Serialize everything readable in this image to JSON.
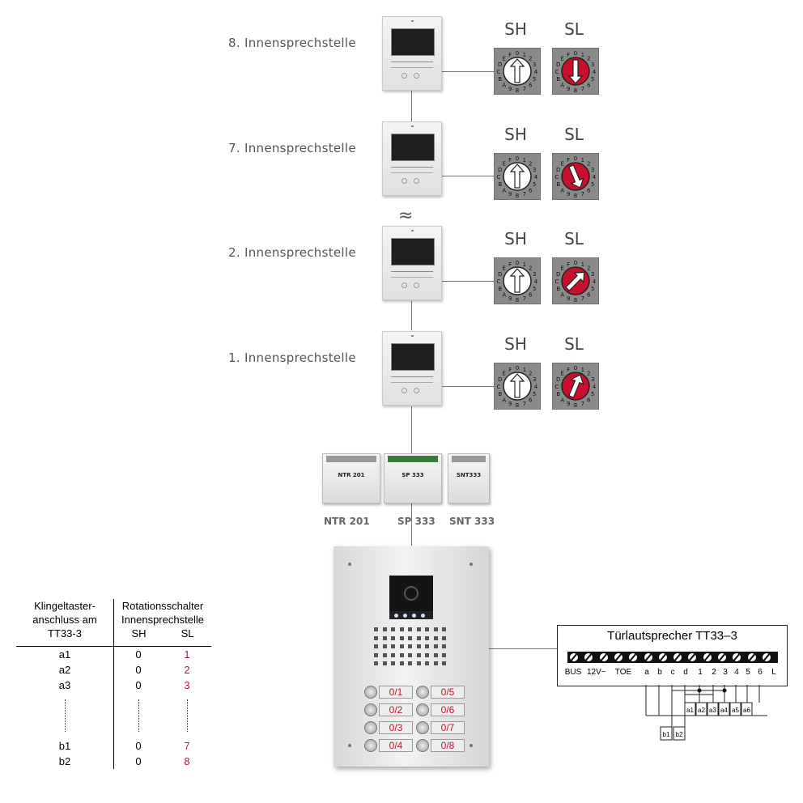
{
  "stations": [
    {
      "label": "8. Innensprechstelle",
      "sh": "SH",
      "sl": "SL",
      "sl_position": "8"
    },
    {
      "label": "7. Innensprechstelle",
      "sh": "SH",
      "sl": "SL",
      "sl_position": "7"
    },
    {
      "label": "2. Innensprechstelle",
      "sh": "SH",
      "sl": "SL",
      "sl_position": "2"
    },
    {
      "label": "1. Innensprechstelle",
      "sh": "SH",
      "sl": "SL",
      "sl_position": "1"
    }
  ],
  "devices": [
    {
      "label": "NTR 201",
      "module_text": "NTR 201"
    },
    {
      "label": "SP 333",
      "module_text": "SP 333"
    },
    {
      "label": "SNT 333",
      "module_text": "SNT333"
    }
  ],
  "dial_digits": [
    "0",
    "1",
    "2",
    "3",
    "4",
    "5",
    "6",
    "7",
    "8",
    "9",
    "A",
    "B",
    "C",
    "D",
    "E",
    "F"
  ],
  "door_panel": {
    "buttons": [
      "0/1",
      "0/2",
      "0/3",
      "0/4",
      "0/5",
      "0/6",
      "0/7",
      "0/8"
    ]
  },
  "terminal": {
    "title": "Türlautsprecher TT33–3",
    "terminals": [
      "BUS",
      "12V~",
      "TOE",
      "a",
      "b",
      "c",
      "d",
      "1",
      "2",
      "3",
      "4",
      "5",
      "6",
      "L"
    ],
    "bell_inputs": [
      "a1",
      "a2",
      "a3",
      "a4",
      "a5",
      "a6"
    ],
    "bell_inputs_b": [
      "b1",
      "b2"
    ]
  },
  "table": {
    "header_col1": [
      "Klingeltaster-",
      "anschluss am",
      "TT33-3"
    ],
    "header_col2": [
      "Rotationsschalter",
      "Innensprechstelle"
    ],
    "sub_sh": "SH",
    "sub_sl": "SL",
    "rows": [
      {
        "input": "a1",
        "sh": "0",
        "sl": "1"
      },
      {
        "input": "a2",
        "sh": "0",
        "sl": "2"
      },
      {
        "input": "a3",
        "sh": "0",
        "sl": "3"
      },
      {
        "input": "b1",
        "sh": "0",
        "sl": "7"
      },
      {
        "input": "b2",
        "sh": "0",
        "sl": "8"
      }
    ]
  },
  "colors": {
    "switch_sl": "#c8102e",
    "switch_sh": "#ffffff",
    "accent_red": "#c8102e"
  }
}
